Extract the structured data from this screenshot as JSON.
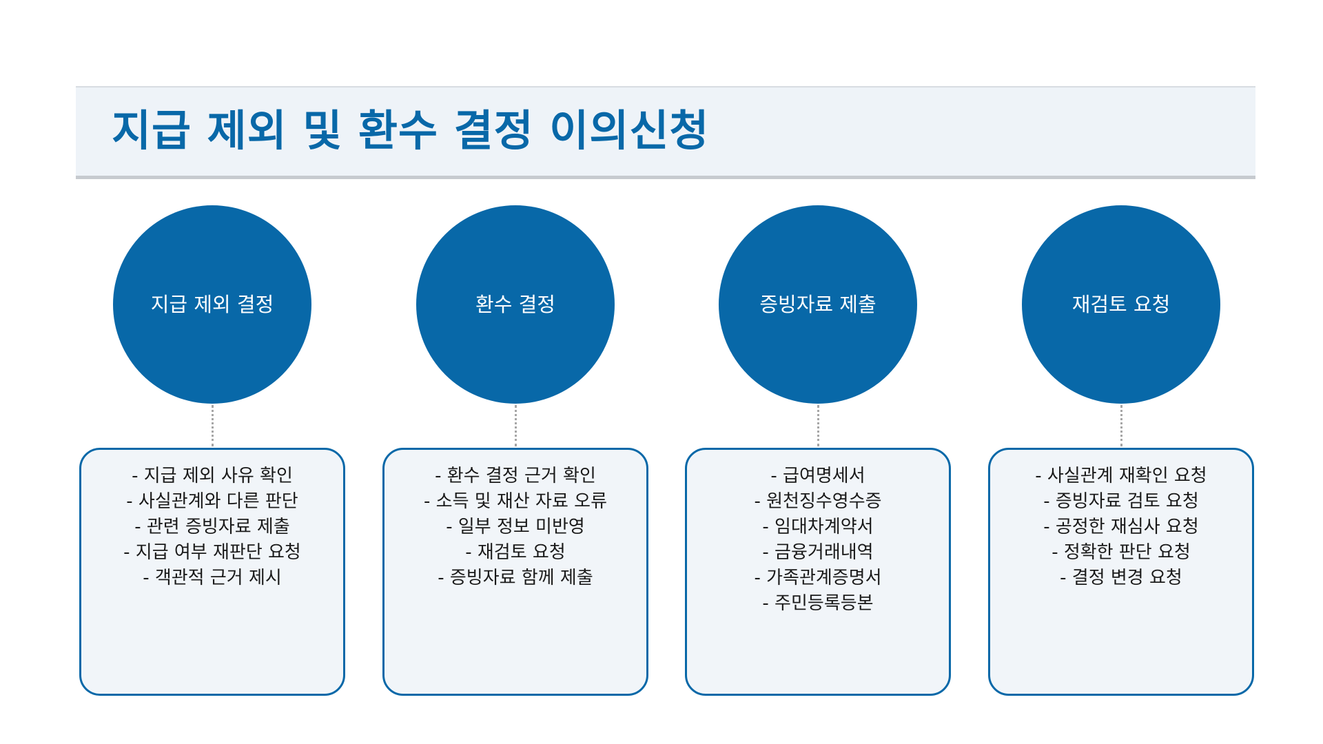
{
  "title": "지급 제외 및 환수 결정 이의신청",
  "colors": {
    "primary": "#0868a8",
    "band": "#eef3f8",
    "box_fill": "#f1f5f9",
    "text": "#1a1a1a"
  },
  "columns": [
    {
      "label": "지급 제외 결정",
      "items": [
        "- 지급 제외 사유 확인",
        "- 사실관계와 다른 판단",
        "- 관련 증빙자료 제출",
        "- 지급 여부 재판단 요청",
        "- 객관적 근거 제시"
      ]
    },
    {
      "label": "환수 결정",
      "items": [
        "- 환수 결정 근거 확인",
        "- 소득 및 재산 자료 오류",
        "- 일부 정보 미반영",
        "- 재검토 요청",
        "- 증빙자료 함께 제출"
      ]
    },
    {
      "label": "증빙자료 제출",
      "items": [
        "- 급여명세서",
        "- 원천징수영수증",
        "- 임대차계약서",
        "- 금융거래내역",
        "- 가족관계증명서",
        "- 주민등록등본"
      ]
    },
    {
      "label": "재검토 요청",
      "items": [
        "- 사실관계 재확인 요청",
        "- 증빙자료 검토 요청",
        "- 공정한 재심사 요청",
        "- 정확한 판단 요청",
        "- 결정 변경 요청"
      ]
    }
  ]
}
